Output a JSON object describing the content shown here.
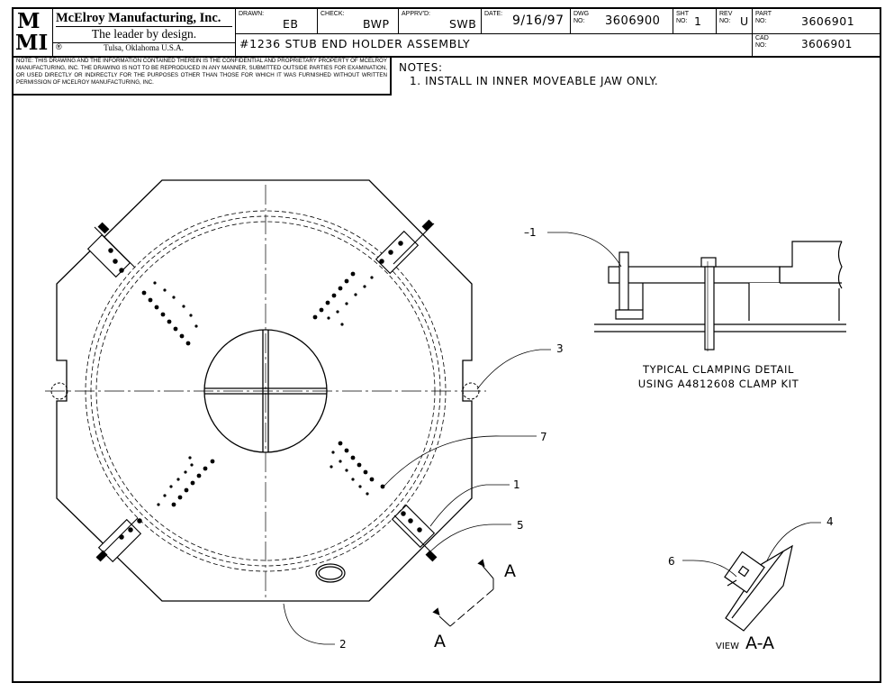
{
  "logo": {
    "top": "M",
    "bottom": "MI"
  },
  "company": {
    "name": "McElroy Manufacturing, Inc.",
    "tagline": "The leader by design.",
    "location": "Tulsa, Oklahoma U.S.A.",
    "registered": "®"
  },
  "title_block": {
    "drawn_label": "DRAWN:",
    "drawn_value": "EB",
    "check_label": "CHECK:",
    "check_value": "BWP",
    "approved_label": "APPRV'D:",
    "approved_value": "SWB",
    "date_label": "DATE:",
    "date_value": "9/16/97",
    "dwg_label_1": "DWG",
    "dwg_label_2": "No:",
    "dwg_value": "3606900",
    "sht_label_1": "SHT",
    "sht_label_2": "No:",
    "sht_value": "1",
    "rev_label_1": "REV",
    "rev_label_2": "No:",
    "rev_value": "U",
    "part_label_1": "PART",
    "part_label_2": "No:",
    "part_value": "3606901",
    "cad_label_1": "CAD",
    "cad_label_2": "No:",
    "cad_value": "3606901",
    "title": "#1236 STUB END HOLDER ASSEMBLY"
  },
  "proprietary_notice": "NOTE: THIS DRAWING AND THE INFORMATION CONTAINED THEREIN IS THE CONFIDENTIAL AND PROPRIETARY PROPERTY OF McElroy Manufacturing, Inc. THE DRAWING IS NOT TO BE REPRODUCED IN ANY MANNER, SUBMITTED OUTSIDE PARTIES FOR EXAMINATION, OR USED DIRECTLY OR INDIRECTLY FOR THE PURPOSES OTHER THAN THOSE FOR WHICH IT WAS FURNISHED WITHOUT WRITTEN PERMISSION OF McElroy Manufacturing, Inc.",
  "notes": {
    "heading": "NOTES:",
    "items": [
      "1.  INSTALL IN INNER MOVEABLE JAW ONLY."
    ]
  },
  "detail": {
    "caption_1": "TYPICAL CLAMPING DETAIL",
    "caption_2": "USING A4812608 CLAMP KIT",
    "balloon_1": "1"
  },
  "balloons": {
    "b1": "1",
    "b2": "2",
    "b3": "3",
    "b4": "4",
    "b5": "5",
    "b6": "6",
    "b7": "7"
  },
  "section": {
    "marker_top": "A",
    "marker_bottom": "A",
    "view_word": "VIEW",
    "view_name": "A-A"
  }
}
